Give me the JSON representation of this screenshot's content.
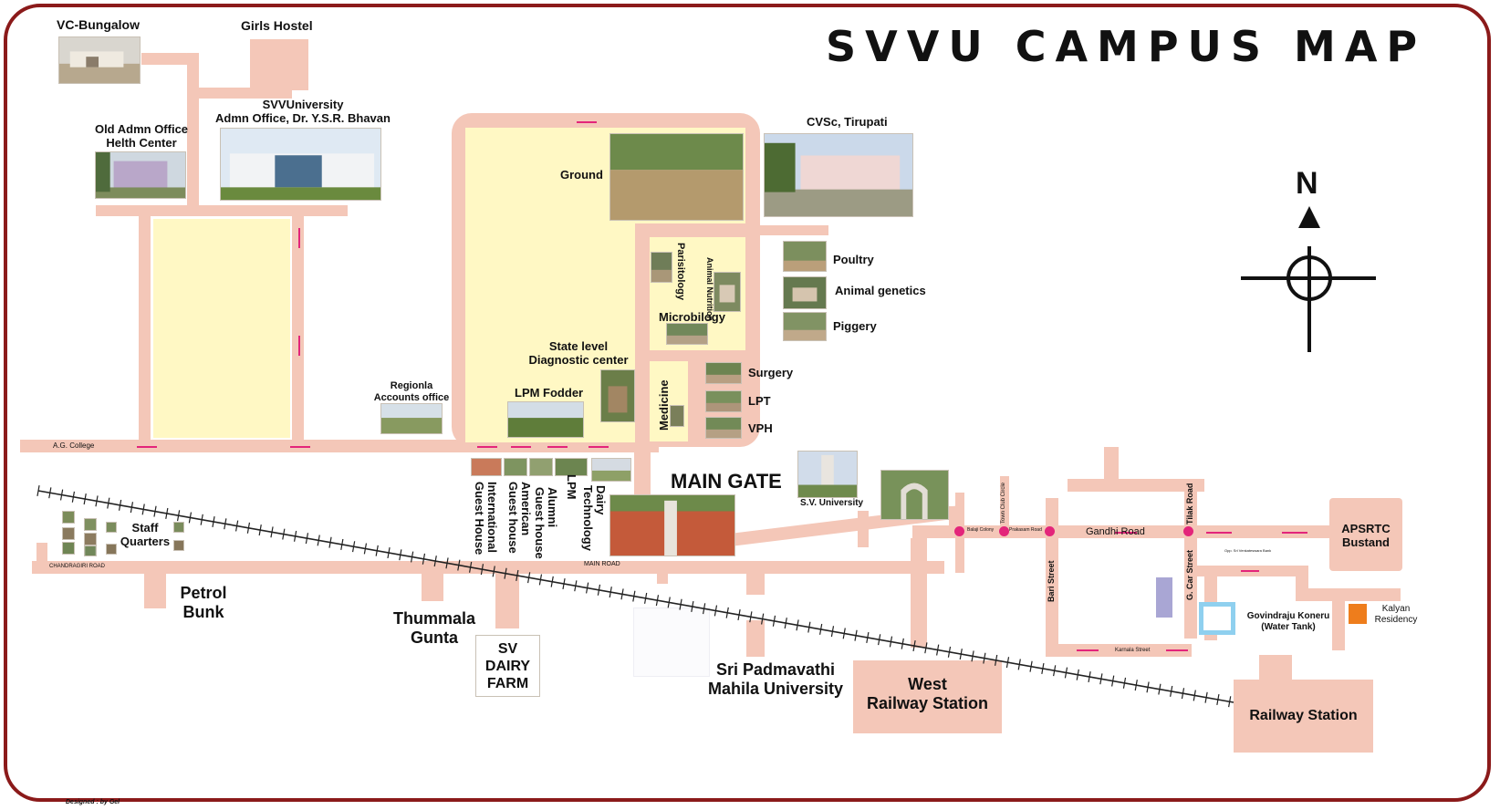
{
  "title": "SVVU CAMPUS MAP",
  "north_label": "N",
  "credit": "Designed : by Gel",
  "colors": {
    "road": "#f4c7b8",
    "block": "#fff8c4",
    "border": "#8b1a1a",
    "marker": "#e3257a",
    "rail": "#222222"
  },
  "icons": [
    "compass-icon",
    "railway-track-icon",
    "road-marker-icon",
    "junction-dot-icon"
  ],
  "places": {
    "vc_bungalow": "VC-Bungalow",
    "girls_hostel": "Girls Hostel",
    "admn_office_1": "SVVUniversity",
    "admn_office_2": "Admn Office, Dr. Y.S.R. Bhavan",
    "old_admn_1": "Old Admn Office",
    "old_admn_2": "Helth Center",
    "ground": "Ground",
    "cvsc": "CVSc, Tirupati",
    "parisitology": "Parisitology",
    "animal_nutrition": "Animal Nutrition",
    "microbilogy": "Microbilogy",
    "poultry": "Poultry",
    "animal_genetics": "Animal genetics",
    "piggery": "Piggery",
    "state_level_1": "State level",
    "state_level_2": "Diagnostic center",
    "lpm_fodder": "LPM Fodder",
    "medicine": "Medicine",
    "surgery": "Surgery",
    "lpt": "LPT",
    "vph": "VPH",
    "regional_1": "Regionla",
    "regional_2": "Accounts office",
    "main_gate": "MAIN GATE",
    "sv_university": "S.V. University",
    "intl_guest_house_1": "International",
    "intl_guest_house_2": "Guest House",
    "american_guest_house_1": "American",
    "american_guest_house_2": "Guest house",
    "alumni_guest_house_1": "Alumni",
    "alumni_guest_house_2": "Guest house",
    "lpm": "LPM",
    "dairy_technology_1": "Dairy",
    "dairy_technology_2": "Technology",
    "staff_quarters_1": "Staff",
    "staff_quarters_2": "Quarters",
    "petrol_bunk_1": "Petrol",
    "petrol_bunk_2": "Bunk",
    "thummala_gunta_1": "Thummala",
    "thummala_gunta_2": "Gunta",
    "sv_dairy_farm_1": "SV",
    "sv_dairy_farm_2": "DAIRY",
    "sv_dairy_farm_3": "FARM",
    "padmavathi_1": "Sri Padmavathi",
    "padmavathi_2": "Mahila University",
    "west_railway_1": "West",
    "west_railway_2": "Railway Station",
    "railway_station": "Railway Station",
    "apsrtc_1": "APSRTC",
    "apsrtc_2": "Bustand",
    "govindraju_1": "Govindraju Koneru",
    "govindraju_2": "(Water Tank)",
    "kalyan_1": "Kalyan",
    "kalyan_2": "Residency"
  },
  "roads": {
    "ag_college": "A.G. College",
    "chandragiri": "CHANDRAGIRI ROAD",
    "main_road": "MAIN ROAD",
    "gandhi_road": "Gandhi Road",
    "bari_street": "Bari Street",
    "tilak_road": "Tilak Road",
    "g_car_street": "G. Car Street",
    "karnala_street": "Karnala Street",
    "balaji_colony": "Balaji Colony",
    "town_club_circle": "Town Club Circle",
    "prakasam_road": "Prakasam Road",
    "opposite_bank": "Opp. Sri Venkateswara Bank"
  }
}
